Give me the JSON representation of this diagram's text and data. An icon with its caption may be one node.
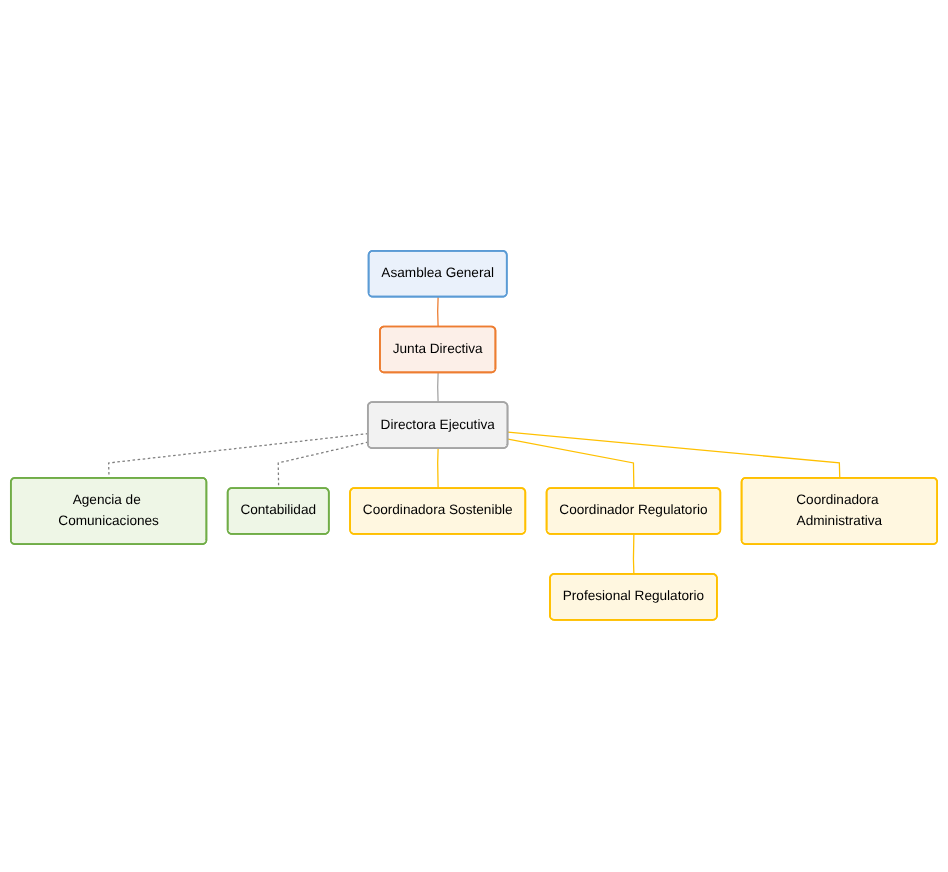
{
  "diagram": {
    "nodes": [
      {
        "text": [
          "Asamblea General"
        ]
      },
      {
        "text": [
          "Junta Directiva"
        ]
      },
      {
        "text": [
          "Directora Ejecutiva"
        ]
      },
      {
        "text": [
          "Agencia de Comunicaciones"
        ]
      },
      {
        "text": [
          "Contabilidad"
        ]
      },
      {
        "text": [
          "Coordinadora Sostenible"
        ]
      },
      {
        "text": [
          "Coordinador Regulatorio"
        ]
      },
      {
        "text": [
          "Coordinadora Administrativa"
        ]
      },
      {
        "text": [
          "Profesional Regulatorio"
        ]
      }
    ],
    "edges": [
      {
        "from": 0,
        "to": 1,
        "arrow": "none",
        "color": "#ed7d31"
      },
      {
        "from": 1,
        "to": 2,
        "arrow": "none",
        "color": "#a5a5a5"
      },
      {
        "from": 2,
        "to": 3,
        "arrow": "none",
        "style": "dashed",
        "color": "#7f7f7f"
      },
      {
        "from": 2,
        "to": 4,
        "arrow": "none",
        "style": "dashed",
        "color": "#7f7f7f"
      },
      {
        "from": 2,
        "to": 5,
        "arrow": "none"
      },
      {
        "from": 2,
        "to": 6,
        "arrow": "none"
      },
      {
        "from": 2,
        "to": 7,
        "arrow": "none"
      },
      {
        "from": 6,
        "to": 8,
        "arrow": "none"
      }
    ]
  }
}
